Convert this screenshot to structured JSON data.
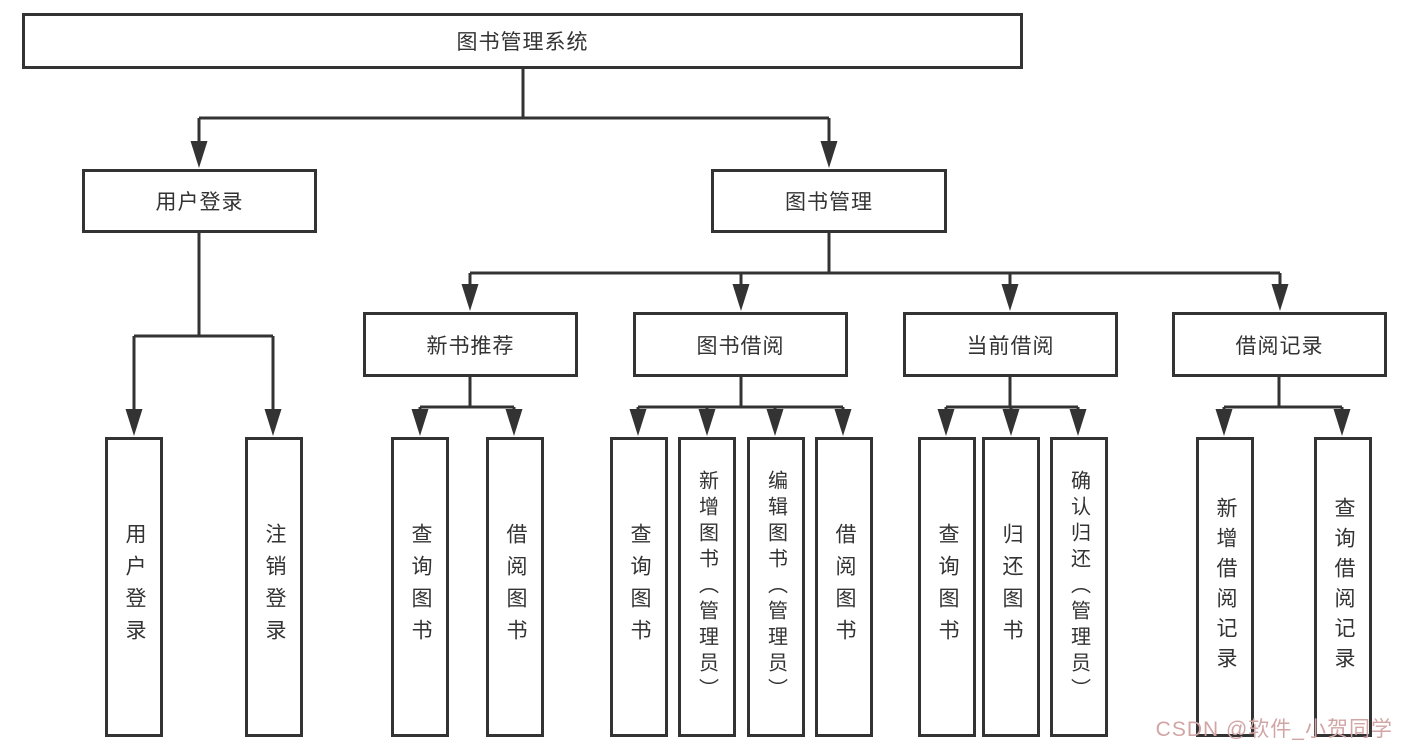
{
  "diagram": {
    "root": {
      "label": "图书管理系统"
    },
    "children": [
      {
        "label": "用户登录",
        "children": [
          {
            "label": "用户登录"
          },
          {
            "label": "注销登录"
          }
        ]
      },
      {
        "label": "图书管理",
        "children": [
          {
            "label": "新书推荐",
            "children": [
              {
                "label": "查询图书"
              },
              {
                "label": "借阅图书"
              }
            ]
          },
          {
            "label": "图书借阅",
            "children": [
              {
                "label": "查询图书"
              },
              {
                "label": "新增图书（管理员）"
              },
              {
                "label": "编辑图书（管理员）"
              },
              {
                "label": "借阅图书"
              }
            ]
          },
          {
            "label": "当前借阅",
            "children": [
              {
                "label": "查询图书"
              },
              {
                "label": "归还图书"
              },
              {
                "label": "确认归还（管理员）"
              }
            ]
          },
          {
            "label": "借阅记录",
            "children": [
              {
                "label": "新增借阅记录"
              },
              {
                "label": "查询借阅记录"
              }
            ]
          }
        ]
      }
    ]
  },
  "watermark": {
    "text": "CSDN @软件_小贺同学"
  },
  "colors": {
    "line": "#333333",
    "box_border": "#333333",
    "box_background": "#ffffff",
    "text": "#333333",
    "watermark": "#d2a5a5"
  }
}
